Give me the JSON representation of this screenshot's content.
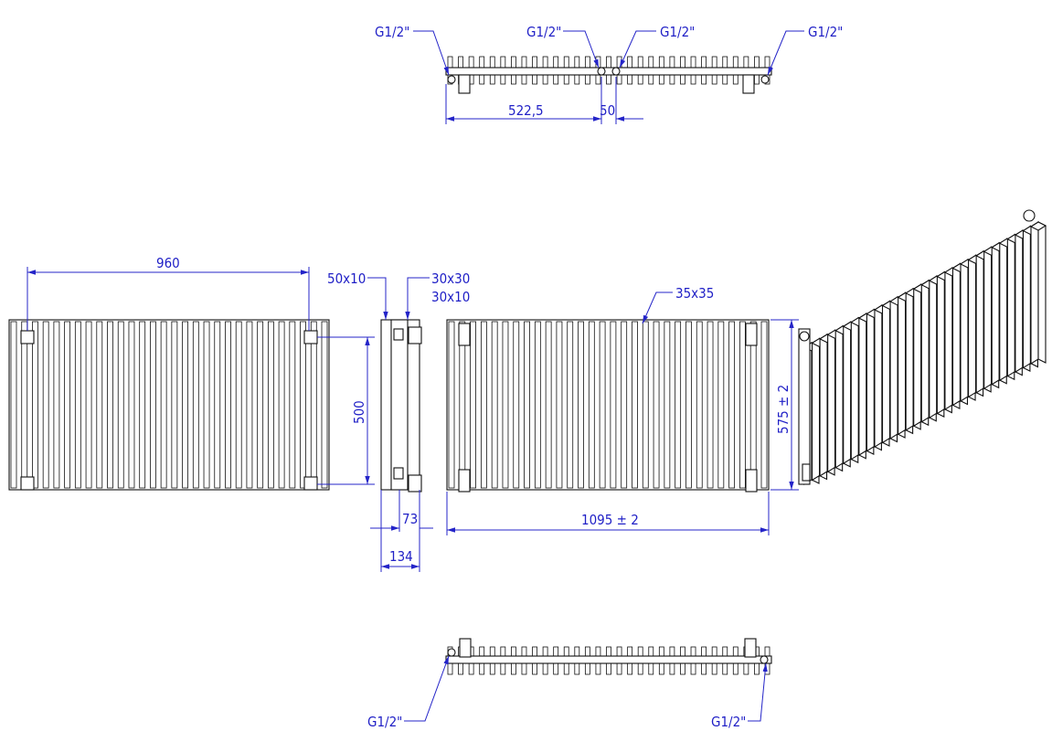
{
  "drawing": {
    "colors": {
      "dimension": "#2424c8",
      "outline": "#111111",
      "background": "#ffffff"
    },
    "top_view": {
      "connection_labels": [
        "G1/2\"",
        "G1/2\"",
        "G1/2\"",
        "G1/2\""
      ],
      "dimensions": {
        "center_offset": "522,5",
        "pipe_spacing": "50"
      }
    },
    "front_view": {
      "dimensions": {
        "width_connections": "960",
        "height_connections": "500"
      }
    },
    "side_view": {
      "labels": {
        "bracket": "50x10",
        "profile_1": "30x30",
        "profile_2": "30x10"
      },
      "dimensions": {
        "wall_offset": "73",
        "depth": "134"
      }
    },
    "rear_view": {
      "labels": {
        "tube_profile": "35x35"
      },
      "dimensions": {
        "overall_width": "1095 ± 2",
        "overall_height": "575 ± 2"
      }
    },
    "bottom_view": {
      "connection_labels": [
        "G1/2\"",
        "G1/2\""
      ]
    }
  }
}
